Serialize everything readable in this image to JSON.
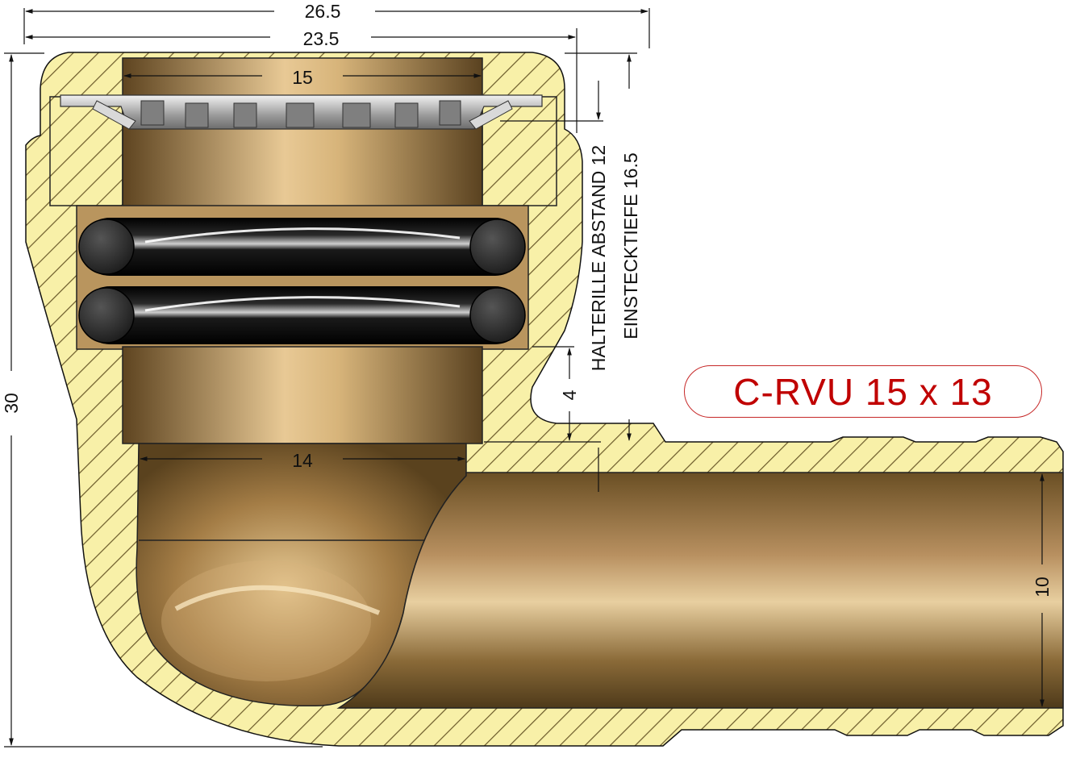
{
  "product": {
    "name": "C-RVU 15 x 13"
  },
  "dimensions": {
    "overall_width": "26.5",
    "body_width": "23.5",
    "pipe_outer": "15",
    "inner_bore": "14",
    "overall_height": "30",
    "outlet_bore": "10",
    "retaining_distance": "4",
    "halterille_label": "HALTERILLE ABSTAND 12",
    "einstecktiefe_label": "EINSTECKTIEFE 16.5"
  },
  "colors": {
    "hatch_fill": "#f8f0a8",
    "hatch_stroke": "#6b5a2a",
    "brass_dark": "#6f5426",
    "brass_light": "#e3c493",
    "oring": "#141414",
    "title_red": "#c00000"
  }
}
